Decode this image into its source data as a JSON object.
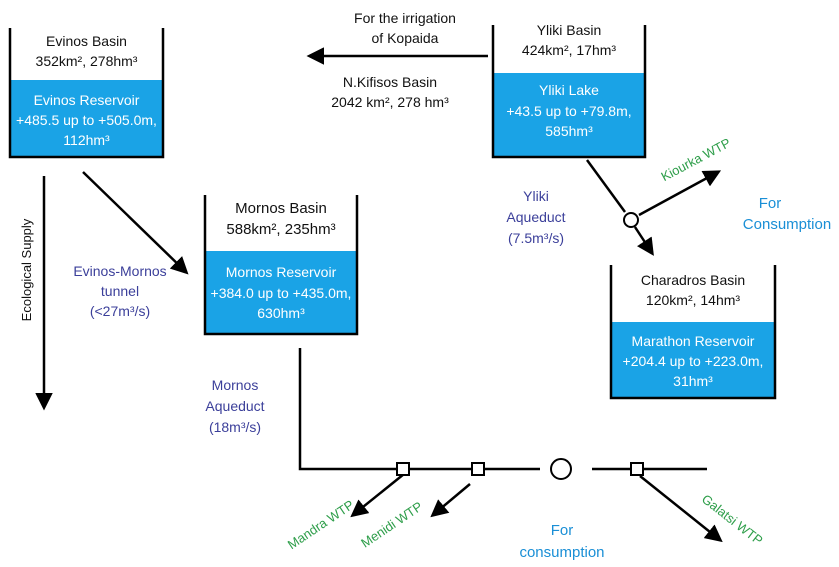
{
  "colors": {
    "reservoir_fill": "#1aa3e6",
    "aqueduct_label": "#3b3f9a",
    "wtp_label": "#2e9e4a",
    "consumption_label": "#1a8fd6"
  },
  "evinos": {
    "basin": "Evinos Basin",
    "basin_stats": "352km², 278hm³",
    "reservoir": "Evinos Reservoir",
    "range": "+485.5 up to +505.0m,",
    "volume": "112hm³"
  },
  "yliki": {
    "basin": "Yliki Basin",
    "basin_stats": "424km², 17hm³",
    "reservoir": "Yliki Lake",
    "range": "+43.5 up to +79.8m,",
    "volume": "585hm³"
  },
  "mornos": {
    "basin": "Mornos Basin",
    "basin_stats": "588km², 235hm³",
    "reservoir": "Mornos Reservoir",
    "range": "+384.0 up to +435.0m,",
    "volume": "630hm³"
  },
  "charadros": {
    "basin": "Charadros Basin",
    "basin_stats": "120km², 14hm³",
    "reservoir": "Marathon Reservoir",
    "range": "+204.4 up to +223.0m,",
    "volume": "31hm³"
  },
  "irrigation": {
    "line1": "For the irrigation",
    "line2": "of Kopaida"
  },
  "kifisos": {
    "line1": "N.Kifisos Basin",
    "line2": "2042 km², 278 hm³"
  },
  "ecological": "Ecological Supply",
  "evinos_tunnel": {
    "line1": "Evinos-Mornos",
    "line2": "tunnel",
    "line3": "(<27m³/s)"
  },
  "mornos_aqueduct": {
    "line1": "Mornos",
    "line2": "Aqueduct",
    "line3": "(18m³/s)"
  },
  "yliki_aqueduct": {
    "line1": "Yliki",
    "line2": "Aqueduct",
    "line3": "(7.5m³/s)"
  },
  "wtp": {
    "kiourka": "Kiourka WTP",
    "mandra": "Mandra WTP",
    "menidi": "Menidi WTP",
    "galatsi": "Galatsi WTP"
  },
  "consumption_right": {
    "line1": "For",
    "line2": "Consumption"
  },
  "consumption_bottom": {
    "line1": "For",
    "line2": "consumption"
  }
}
